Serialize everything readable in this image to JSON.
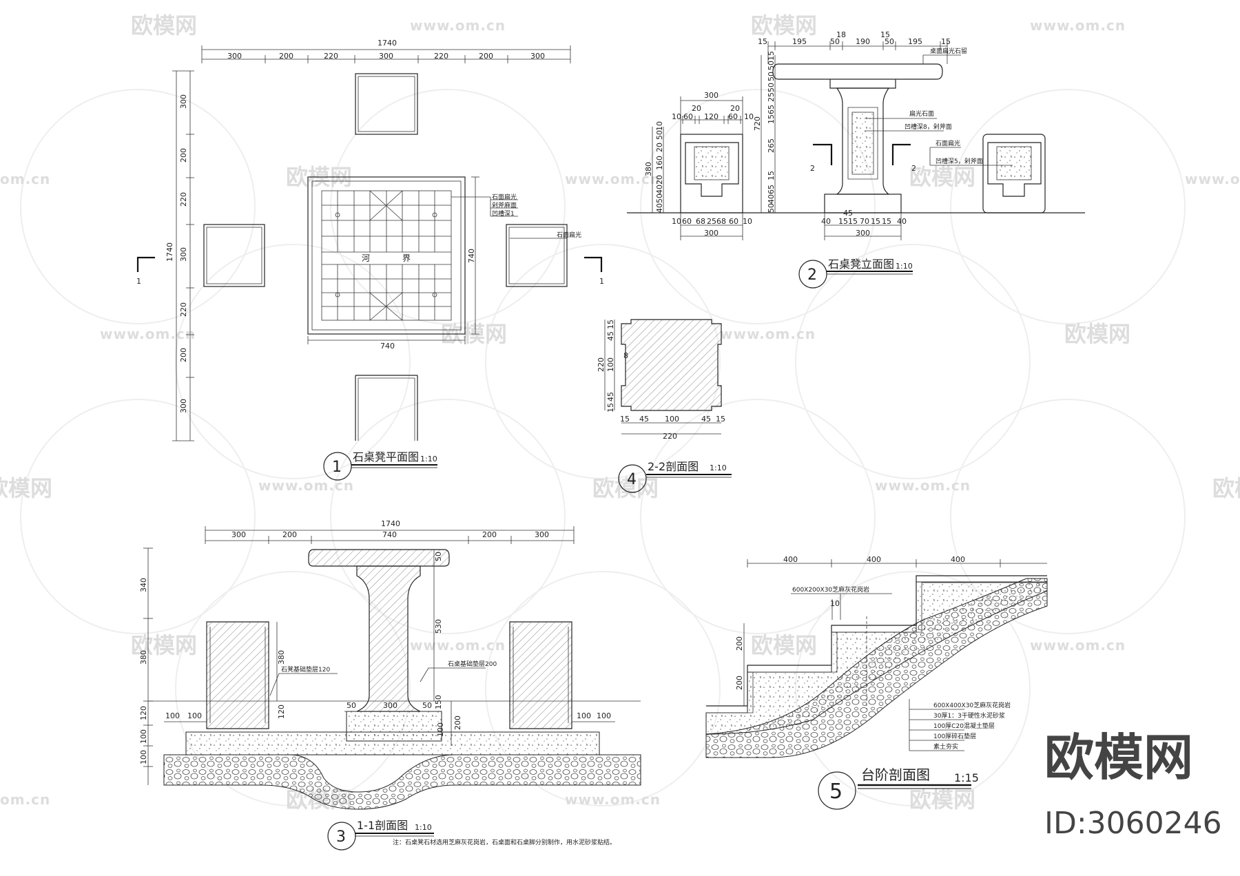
{
  "watermark": {
    "brand": "欧模网",
    "url": "www.om.cn",
    "url_short": "om.cn"
  },
  "brand_block": {
    "name": "欧模网",
    "id": "ID:3060246"
  },
  "views": [
    {
      "num": "1",
      "title": "石桌凳平面图",
      "scale": "1:10"
    },
    {
      "num": "2",
      "title": "石桌凳立面图",
      "scale": "1:10"
    },
    {
      "num": "3",
      "title": "1-1剖面图",
      "scale": "1:10"
    },
    {
      "num": "4",
      "title": "2-2剖面图",
      "scale": "1:10"
    },
    {
      "num": "5",
      "title": "台阶剖面图",
      "scale": "1:15"
    }
  ],
  "plan": {
    "total": "1740",
    "top_dims": [
      "300",
      "200",
      "220",
      "300",
      "220",
      "200",
      "300"
    ],
    "left_dims": [
      "300",
      "200",
      "220",
      "300",
      "220",
      "200",
      "300"
    ],
    "left_total": "1740",
    "table_width": "740",
    "table_height": "740",
    "river": [
      "河",
      "界"
    ],
    "cut_mark": "1",
    "leaders": [
      "石面扁光",
      "剁斧麻面",
      "凹槽深1"
    ],
    "seat_leader": "石面扁光"
  },
  "elevation": {
    "top_dims": [
      "15",
      "195",
      "50",
      "18",
      "190",
      "15",
      "50",
      "195",
      "15"
    ],
    "stool_top_total": "300",
    "stool_top_dims": [
      "10",
      "60",
      "20",
      "120",
      "20",
      "60",
      "10"
    ],
    "stool_bottom_dims": [
      "10",
      "60",
      "68",
      "25",
      "68",
      "60",
      "10"
    ],
    "stool_bottom_total": "300",
    "stool_left_dims": [
      "10",
      "50",
      "20",
      "160",
      "20",
      "40",
      "50",
      "40"
    ],
    "stool_height": "380",
    "table_left_dims": [
      "15",
      "50",
      "50",
      "50",
      "25",
      "65",
      "15",
      "265",
      "15",
      "65",
      "40",
      "50"
    ],
    "table_height": "720",
    "base_dims": [
      "40",
      "45",
      "15",
      "15",
      "70",
      "15",
      "15",
      "40"
    ],
    "base_total": "300",
    "cut_mark": "2",
    "leaders": [
      "桌面扁光石留",
      "扁光石面",
      "凹槽深8，剁斧面",
      "石面扁光",
      "凹槽深5，剁斧面"
    ]
  },
  "section22": {
    "width": "220",
    "left_dims": [
      "15",
      "45",
      "100",
      "45",
      "15"
    ],
    "height": "220",
    "bottom_dims": [
      "15",
      "45",
      "100",
      "45",
      "15"
    ],
    "inner_mark": "8"
  },
  "section11": {
    "total": "1740",
    "top_dims": [
      "300",
      "200",
      "740",
      "200",
      "300"
    ],
    "left_dims": [
      "340",
      "380",
      "120",
      "100",
      "100"
    ],
    "stool_dim": "380",
    "stool_sub": "120",
    "table_dims": [
      "50",
      "530",
      "150",
      "200",
      "100"
    ],
    "base_dims": [
      "50",
      "300",
      "50"
    ],
    "edge_dims": [
      "100",
      "100",
      "100",
      "100"
    ],
    "leaders": [
      "石凳基础垫层120",
      "石桌基础垫层200"
    ],
    "note": "注：石桌凳石材选用芝麻灰花岗岩，石桌面和石桌脚分别制作，用水泥砂浆粘结。"
  },
  "step": {
    "top_dims": [
      "400",
      "400",
      "400"
    ],
    "left_dims": [
      "200",
      "200"
    ],
    "nosing": "10",
    "top_leader": "600X200X30芝麻灰花岗岩",
    "layers": [
      "600X400X30芝麻灰花岗岩",
      "30厚1：3干硬性水泥砂浆",
      "100厚C20混凝土垫层",
      "100厚碎石垫层",
      "素土夯实"
    ]
  }
}
